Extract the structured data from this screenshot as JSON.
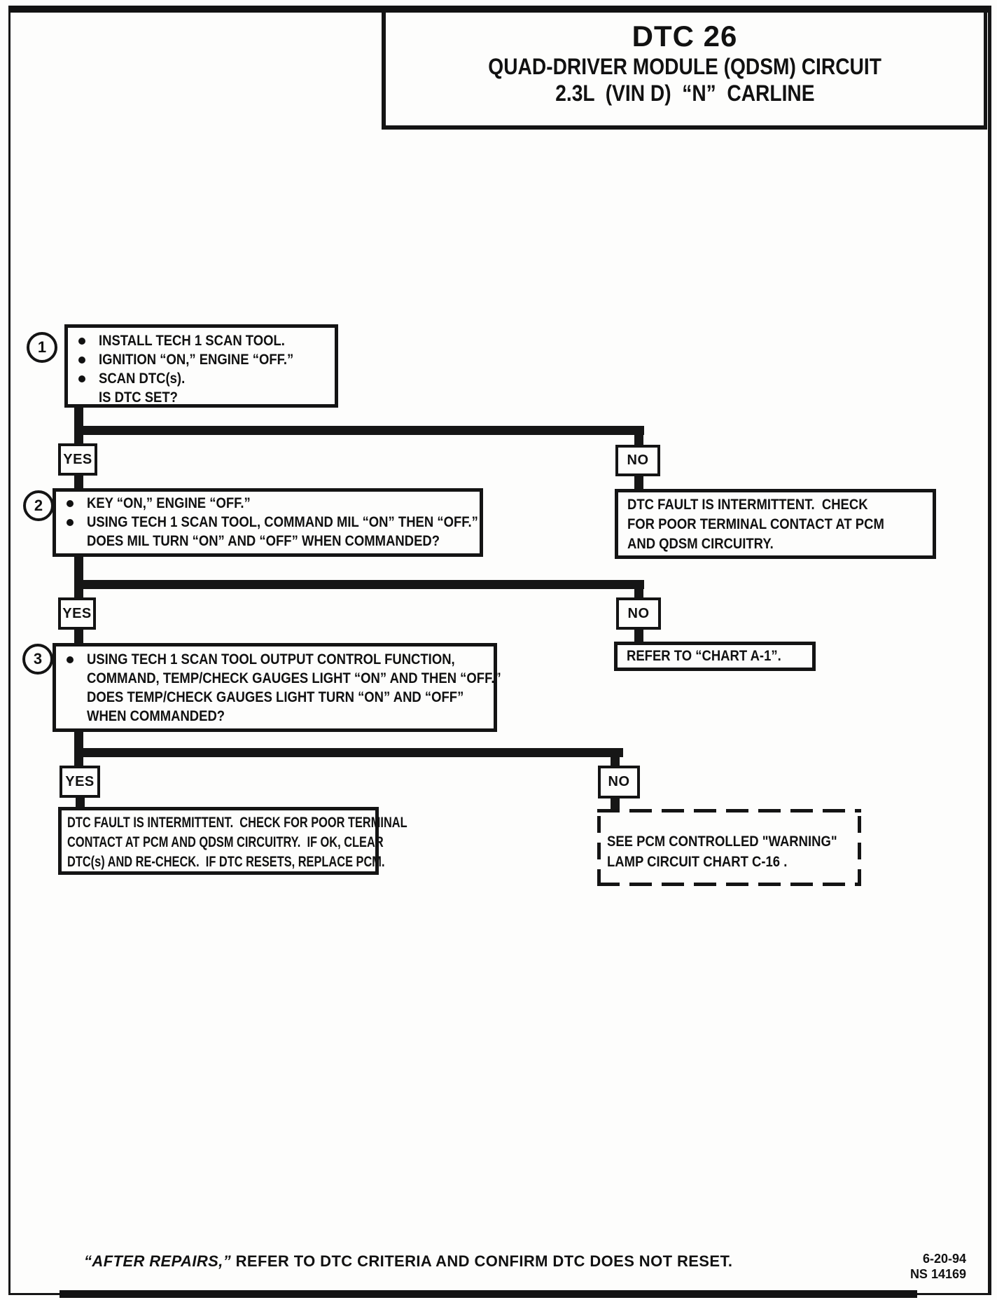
{
  "title": {
    "dtc": "DTC 26",
    "line1": "QUAD-DRIVER MODULE (QDSM) CIRCUIT",
    "line2": "2.3L  (VIN D)  “N”  CARLINE"
  },
  "labels": {
    "yes": "YES",
    "no": "NO"
  },
  "step1": {
    "num": "1",
    "b1": "INSTALL TECH 1 SCAN TOOL.",
    "b2": "IGNITION “ON,” ENGINE “OFF.”",
    "b3": "SCAN DTC(s).",
    "q": "IS DTC SET?"
  },
  "step2": {
    "num": "2",
    "b1": "KEY “ON,” ENGINE “OFF.”",
    "b2": "USING TECH 1 SCAN TOOL, COMMAND MIL “ON” THEN “OFF.”",
    "q": "DOES MIL TURN “ON” AND “OFF” WHEN COMMANDED?"
  },
  "step3": {
    "num": "3",
    "b1": "USING TECH 1 SCAN TOOL OUTPUT CONTROL FUNCTION,",
    "b1cont": "COMMAND, TEMP/CHECK GAUGES LIGHT “ON” AND THEN “OFF.”",
    "q1": "DOES TEMP/CHECK GAUGES LIGHT TURN “ON” AND “OFF”",
    "q2": "WHEN COMMANDED?"
  },
  "outcome_no1": {
    "l1": "DTC FAULT IS INTERMITTENT.  CHECK",
    "l2": "FOR POOR TERMINAL CONTACT AT PCM",
    "l3": "AND QDSM CIRCUITRY."
  },
  "outcome_no2": {
    "l1": "REFER TO “CHART A-1”."
  },
  "outcome_yes3": {
    "l1": "DTC FAULT IS INTERMITTENT.  CHECK FOR POOR TERMINAL",
    "l2": "CONTACT AT PCM AND QDSM CIRCUITRY.  IF OK, CLEAR",
    "l3": "DTC(s) AND RE-CHECK.  IF DTC RESETS, REPLACE PCM."
  },
  "outcome_no3": {
    "l1": "SEE PCM CONTROLLED \"WARNING\"",
    "l2": "LAMP CIRCUIT CHART C-16 ."
  },
  "footer": {
    "note_quoted": "“AFTER REPAIRS,”",
    "note_rest": " REFER TO DTC CRITERIA AND CONFIRM DTC DOES NOT RESET.",
    "date": "6-20-94",
    "code": "NS 14169"
  }
}
